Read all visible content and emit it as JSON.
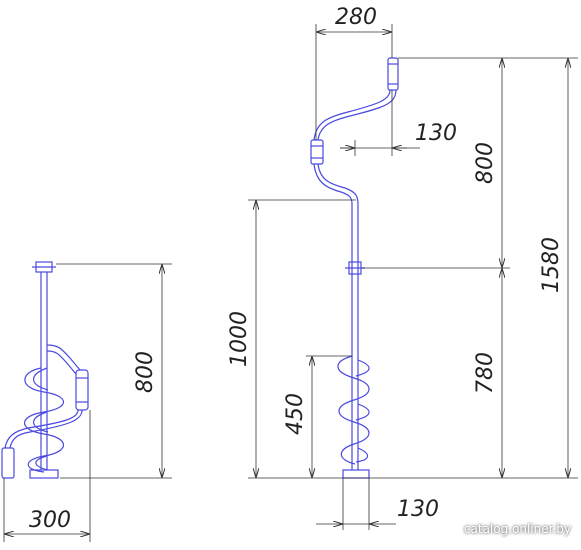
{
  "colors": {
    "part": "#4a4ae0",
    "dimension": "#333333",
    "background": "#ffffff"
  },
  "left_view": {
    "height_label": "800",
    "width_label": "300"
  },
  "right_view": {
    "handle_width_label": "280",
    "offset_label": "130",
    "upper_height_label": "800",
    "total_height_label": "1580",
    "shaft_height_label": "1000",
    "lower_height_label": "780",
    "auger_height_label": "450",
    "blade_width_label": "130"
  },
  "watermark": "catalog.onliner.by"
}
